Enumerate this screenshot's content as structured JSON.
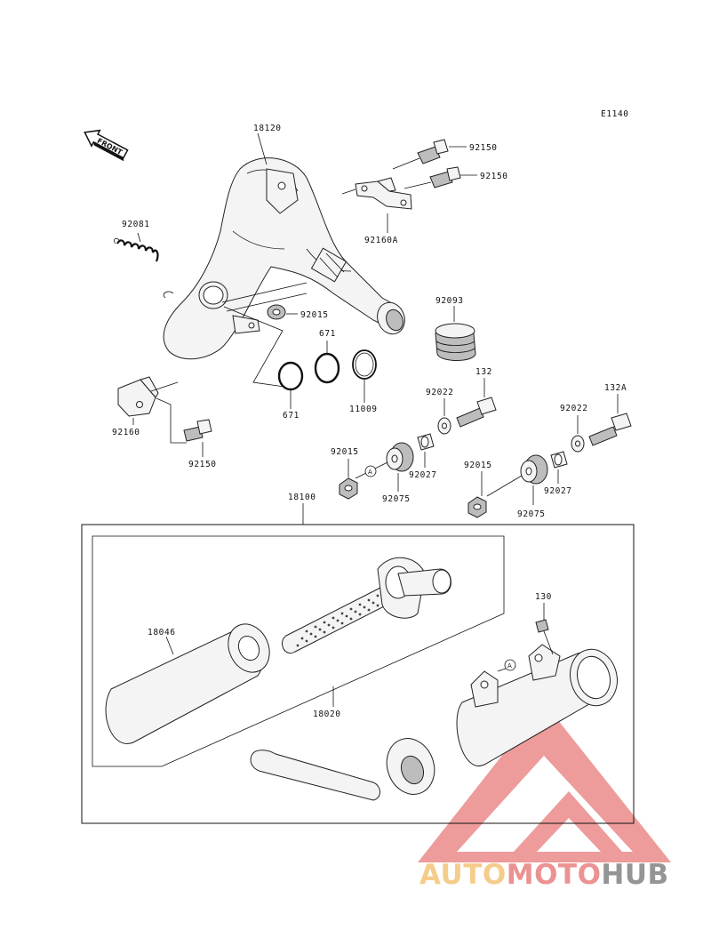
{
  "diagram_code": "E1140",
  "front_label": "FRONT",
  "ref_marker": "A",
  "parts": {
    "p18120": "18120",
    "p92150_a": "92150",
    "p92150_b": "92150",
    "p92160A": "92160A",
    "p92081": "92081",
    "p92015_top": "92015",
    "p92093": "92093",
    "p671_a": "671",
    "p671_b": "671",
    "p11009": "11009",
    "p132": "132",
    "p132A": "132A",
    "p92022_a": "92022",
    "p92022_b": "92022",
    "p92160": "92160",
    "p92150_c": "92150",
    "p92015_a": "92015",
    "p92015_b": "92015",
    "p92027_a": "92027",
    "p92027_b": "92027",
    "p92075_a": "92075",
    "p92075_b": "92075",
    "p18100": "18100",
    "p18046": "18046",
    "p18020": "18020",
    "p130": "130"
  },
  "watermark": {
    "part1": "AUTO",
    "part2": "MOTO",
    "part3": "HUB",
    "colors": {
      "auto": "#f4c77f",
      "moto": "#e98787",
      "hub": "#8a8a8a",
      "triangle": "#ea8a8a"
    }
  }
}
